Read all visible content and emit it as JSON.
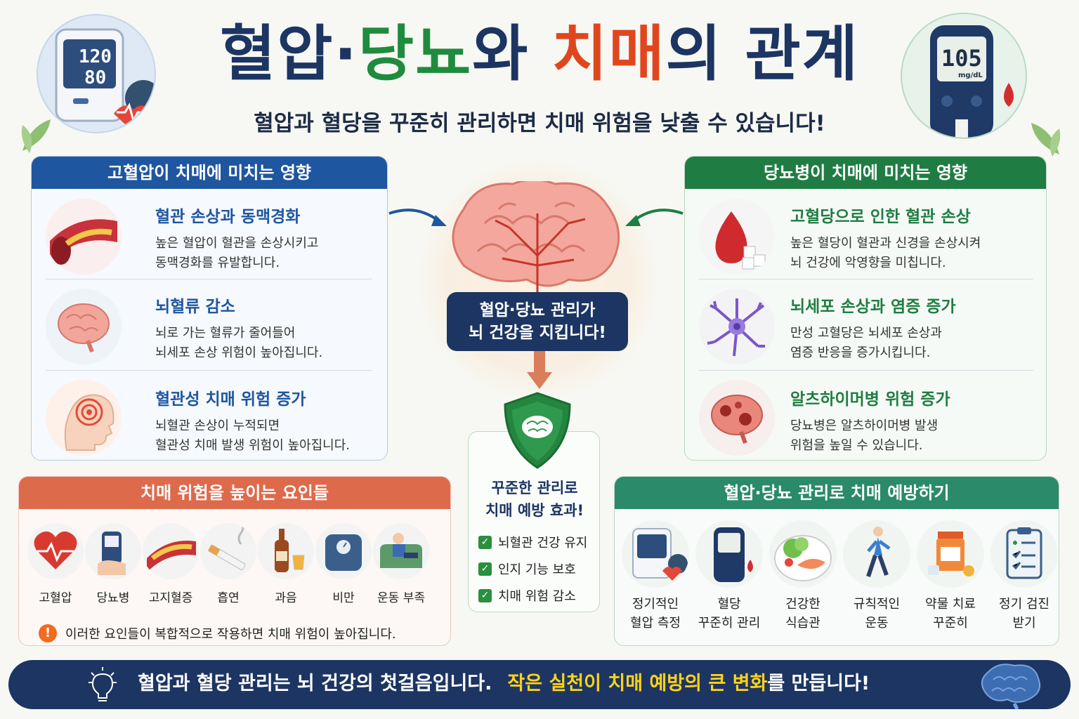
{
  "header": {
    "title_part1": "혈압·",
    "title_part2": "당뇨",
    "title_part3": "와 ",
    "title_part4": "치매",
    "title_part5": "의 관계",
    "subtitle": "혈압과 혈당을 꾸준히 관리하면 치매 위험을 낮출 수 있습니다!"
  },
  "devices": {
    "bp_systolic": "120",
    "bp_diastolic": "80",
    "glucose_value": "105",
    "glucose_unit": "mg/dL"
  },
  "hypertension": {
    "title": "고혈압이 치매에 미치는 영향",
    "items": [
      {
        "heading": "혈관 손상과 동맥경화",
        "line1": "높은 혈압이 혈관을 손상시키고",
        "line2": "동맥경화를 유발합니다."
      },
      {
        "heading": "뇌혈류 감소",
        "line1": "뇌로 가는 혈류가 줄어들어",
        "line2": "뇌세포 손상 위험이 높아집니다."
      },
      {
        "heading": "혈관성 치매 위험 증가",
        "line1": "뇌혈관 손상이 누적되면",
        "line2": "혈관성 치매 발생 위험이 높아집니다."
      }
    ]
  },
  "diabetes": {
    "title": "당뇨병이 치매에 미치는 영향",
    "items": [
      {
        "heading": "고혈당으로 인한 혈관 손상",
        "line1": "높은 혈당이 혈관과 신경을 손상시켜",
        "line2": "뇌 건강에 악영향을 미칩니다."
      },
      {
        "heading": "뇌세포 손상과 염증 증가",
        "line1": "만성 고혈당은 뇌세포 손상과",
        "line2": "염증 반응을 증가시킵니다."
      },
      {
        "heading": "알츠하이머병 위험 증가",
        "line1": "당뇨병은 알츠하이머병 발생",
        "line2": "위험을 높일 수 있습니다."
      }
    ]
  },
  "center": {
    "message_line1": "혈압·당뇨 관리가",
    "message_line2": "뇌 건강을 지킵니다!",
    "effect_line1": "꾸준한 관리로",
    "effect_line2": "치매 예방 효과!",
    "checks": [
      "뇌혈관 건강 유지",
      "인지 기능 보호",
      "치매 위험 감소"
    ]
  },
  "risk_factors": {
    "title": "치매 위험을 높이는 요인들",
    "items": [
      "고혈압",
      "당뇨병",
      "고지혈증",
      "흡연",
      "과음",
      "비만",
      "운동 부족"
    ],
    "note": "이러한 요인들이 복합적으로 작용하면 치매 위험이 높아집니다."
  },
  "prevention": {
    "title": "혈압·당뇨 관리로 치매 예방하기",
    "items": [
      {
        "line1": "정기적인",
        "line2": "혈압 측정"
      },
      {
        "line1": "혈당",
        "line2": "꾸준히 관리"
      },
      {
        "line1": "건강한",
        "line2": "식습관"
      },
      {
        "line1": "규칙적인",
        "line2": "운동"
      },
      {
        "line1": "약물 치료",
        "line2": "꾸준히"
      },
      {
        "line1": "정기 검진",
        "line2": "받기"
      }
    ]
  },
  "footer": {
    "text_white": "혈압과 혈당 관리는 뇌 건강의 첫걸음입니다.",
    "text_yellow": "작은 실천이 치매 예방의 큰 변화",
    "text_end": "를 만듭니다!"
  },
  "colors": {
    "navy": "#1c3562",
    "blue_panel": "#1f56a0",
    "green_panel": "#1f7d43",
    "orange_panel": "#de6a4c",
    "teal_panel": "#2a8a6a",
    "title_red": "#e0461e",
    "footer_yellow": "#ffd21a"
  }
}
